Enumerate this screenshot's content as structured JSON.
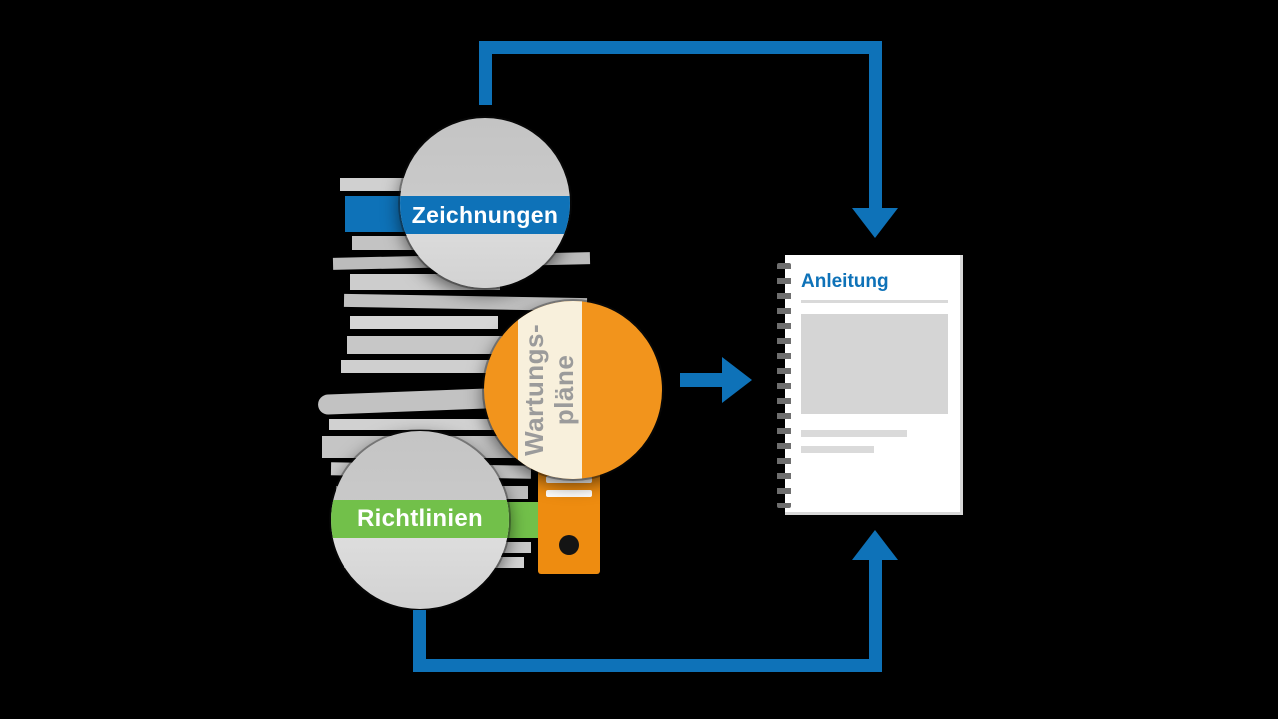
{
  "sources": {
    "zeichnungen": {
      "label": "Zeichnungen"
    },
    "wartungsplaene": {
      "line1": "Wartungs-",
      "line2": "pläne"
    },
    "richtlinien": {
      "label": "Richtlinien"
    }
  },
  "manual": {
    "title": "Anleitung"
  },
  "icons": {
    "arrowhead_down": "arrowhead-down",
    "arrowhead_up": "arrowhead-up",
    "arrowhead_right": "arrowhead-right",
    "spiral_binding": "spiral-binding"
  },
  "colors": {
    "background": "#000000",
    "blue": "#0e72b8",
    "orange": "#f2941c",
    "orange_dark": "#ee8c10",
    "green": "#72c04a",
    "cream": "#f8f0dc",
    "band_text_gray": "#9b9b9b",
    "paper_gray": "#c6c6c6",
    "document_white": "#ffffff",
    "placeholder_gray": "#d5d5d5",
    "spiral_gray": "#6e6e6e"
  }
}
